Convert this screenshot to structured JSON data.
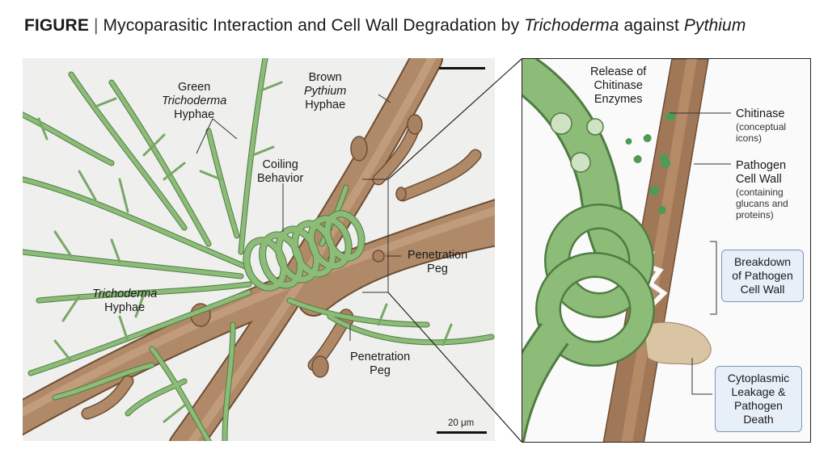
{
  "title": {
    "prefix": "FIGURE",
    "separator": "|",
    "text_a": "Mycoparasitic Interaction and Cell Wall Degradation by",
    "italic_a": "Trichoderma",
    "text_b": "against",
    "italic_b": "Pythium"
  },
  "labels": {
    "green_line1": "Green",
    "green_line2": "Trichoderma",
    "green_line3": "Hyphae",
    "brown_line1": "Brown",
    "brown_line2": "Pythium",
    "brown_line3": "Hyphae",
    "coiling_line1": "Coiling",
    "coiling_line2": "Behavior",
    "tricho_line1": "Trichoderma",
    "tricho_line2": "Hyphae",
    "peg1_line1": "Penetration",
    "peg1_line2": "Peg",
    "peg2_line1": "Penetration",
    "peg2_line2": "Peg",
    "scale": "20 μm"
  },
  "detail": {
    "release_line1": "Release of",
    "release_line2": "Chitinase",
    "release_line3": "Enzymes",
    "chitinase_title": "Chitinase",
    "chitinase_sub1": "(conceptual",
    "chitinase_sub2": "icons)",
    "wall_line1": "Pathogen",
    "wall_line2": "Cell Wall",
    "wall_sub1": "(containing",
    "wall_sub2": "glucans and",
    "wall_sub3": "proteins)",
    "breakdown_line1": "Breakdown",
    "breakdown_line2": "of Pathogen",
    "breakdown_line3": "Cell Wall",
    "leak_line1": "Cytoplasmic",
    "leak_line2": "Leakage &",
    "leak_line3": "Pathogen",
    "leak_line4": "Death"
  },
  "colors": {
    "green_hypha": "#8dbb78",
    "green_outline": "#4f7d42",
    "brown_hypha": "#b08a68",
    "brown_outline": "#6e4e33",
    "callout_fill": "#e7eff8",
    "callout_border": "#7d95b3"
  }
}
